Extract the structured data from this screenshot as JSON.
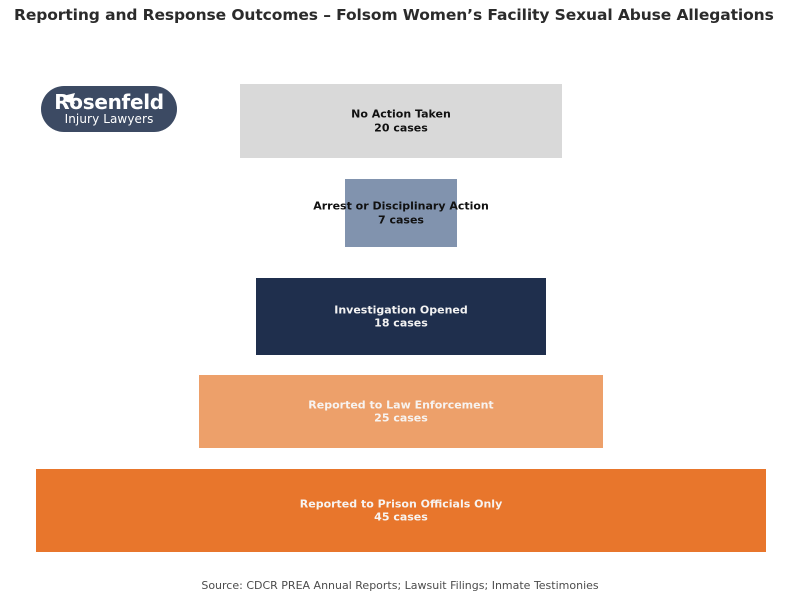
{
  "chart_data": {
    "type": "bar",
    "subtype": "funnel",
    "title": "Reporting and Response Outcomes – Folsom Women’s Facility Sexual Abuse Allegations",
    "xlabel": "",
    "ylabel": "",
    "grid": false,
    "legend": "none",
    "value_unit": "cases",
    "categories": [
      "No Action Taken",
      "Arrest or Disciplinary Action",
      "Investigation Opened",
      "Reported to Law Enforcement",
      "Reported to Prison Officials Only"
    ],
    "values": [
      20,
      7,
      18,
      25,
      45
    ],
    "value_labels": [
      "20 cases",
      "7 cases",
      "18 cases",
      "25 cases",
      "45 cases"
    ],
    "colors": [
      "#d9d9d9",
      "#8193ae",
      "#1f2f4d",
      "#eda06a",
      "#e8762c"
    ],
    "text_colors": [
      "#111111",
      "#111111",
      "#f2f2f2",
      "#f7f3f0",
      "#f7f3f0"
    ],
    "source": "Source: CDCR PREA Annual Reports; Lawsuit Filings; Inmate Testimonies"
  },
  "title": "Reporting and Response Outcomes – Folsom Women’s Facility Sexual Abuse Allegations",
  "logo": {
    "name": "Rosenfeld",
    "tagline": "Injury Lawyers",
    "background_color": "#3c4a63"
  },
  "funnel": {
    "stages": [
      {
        "label": "No Action Taken",
        "value_label": "20 cases",
        "value": 20,
        "color": "#d9d9d9",
        "text_color": "#111111"
      },
      {
        "label": "Arrest or Disciplinary Action",
        "value_label": "7 cases",
        "value": 7,
        "color": "#8193ae",
        "text_color": "#111111"
      },
      {
        "label": "Investigation Opened",
        "value_label": "18 cases",
        "value": 18,
        "color": "#1f2f4d",
        "text_color": "#f2f2f2"
      },
      {
        "label": "Reported to Law Enforcement",
        "value_label": "25 cases",
        "value": 25,
        "color": "#eda06a",
        "text_color": "#f7f3f0"
      },
      {
        "label": "Reported to Prison Officials Only",
        "value_label": "45 cases",
        "value": 45,
        "color": "#e8762c",
        "text_color": "#f7f3f0"
      }
    ]
  },
  "source_note": "Source: CDCR PREA Annual Reports; Lawsuit Filings; Inmate Testimonies"
}
